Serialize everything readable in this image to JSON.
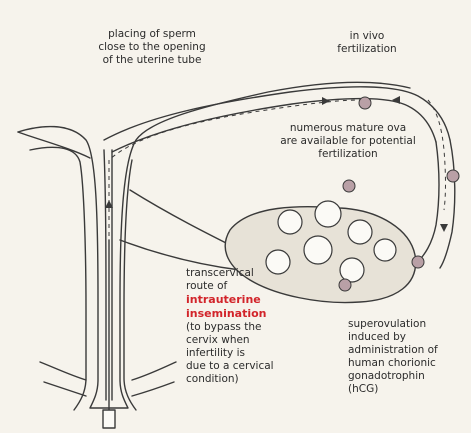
{
  "labels": {
    "sperm_placement": "placing of sperm\nclose to the opening\nof the uterine tube",
    "in_vivo": "in vivo\nfertilization",
    "mature_ova": "numerous mature ova\nare available for potential\nfertilization",
    "route_prefix": "transcervical\nroute of",
    "route_highlight": "intrauterine\ninsemination",
    "route_suffix": "(to bypass the\ncervix when\ninfertility is\ndue to a cervical\ncondition)",
    "superovulation": "superovulation\ninduced by\nadministration of\nhuman chorionic\ngonadotrophin\n(hCG)"
  },
  "colors": {
    "background": "#f6f3ec",
    "outline": "#3a3a3a",
    "tissue": "#fbfaf6",
    "ovum": "#b9a0a6",
    "highlight": "#d2242a",
    "ovary_shade": "#e7e2d7"
  }
}
